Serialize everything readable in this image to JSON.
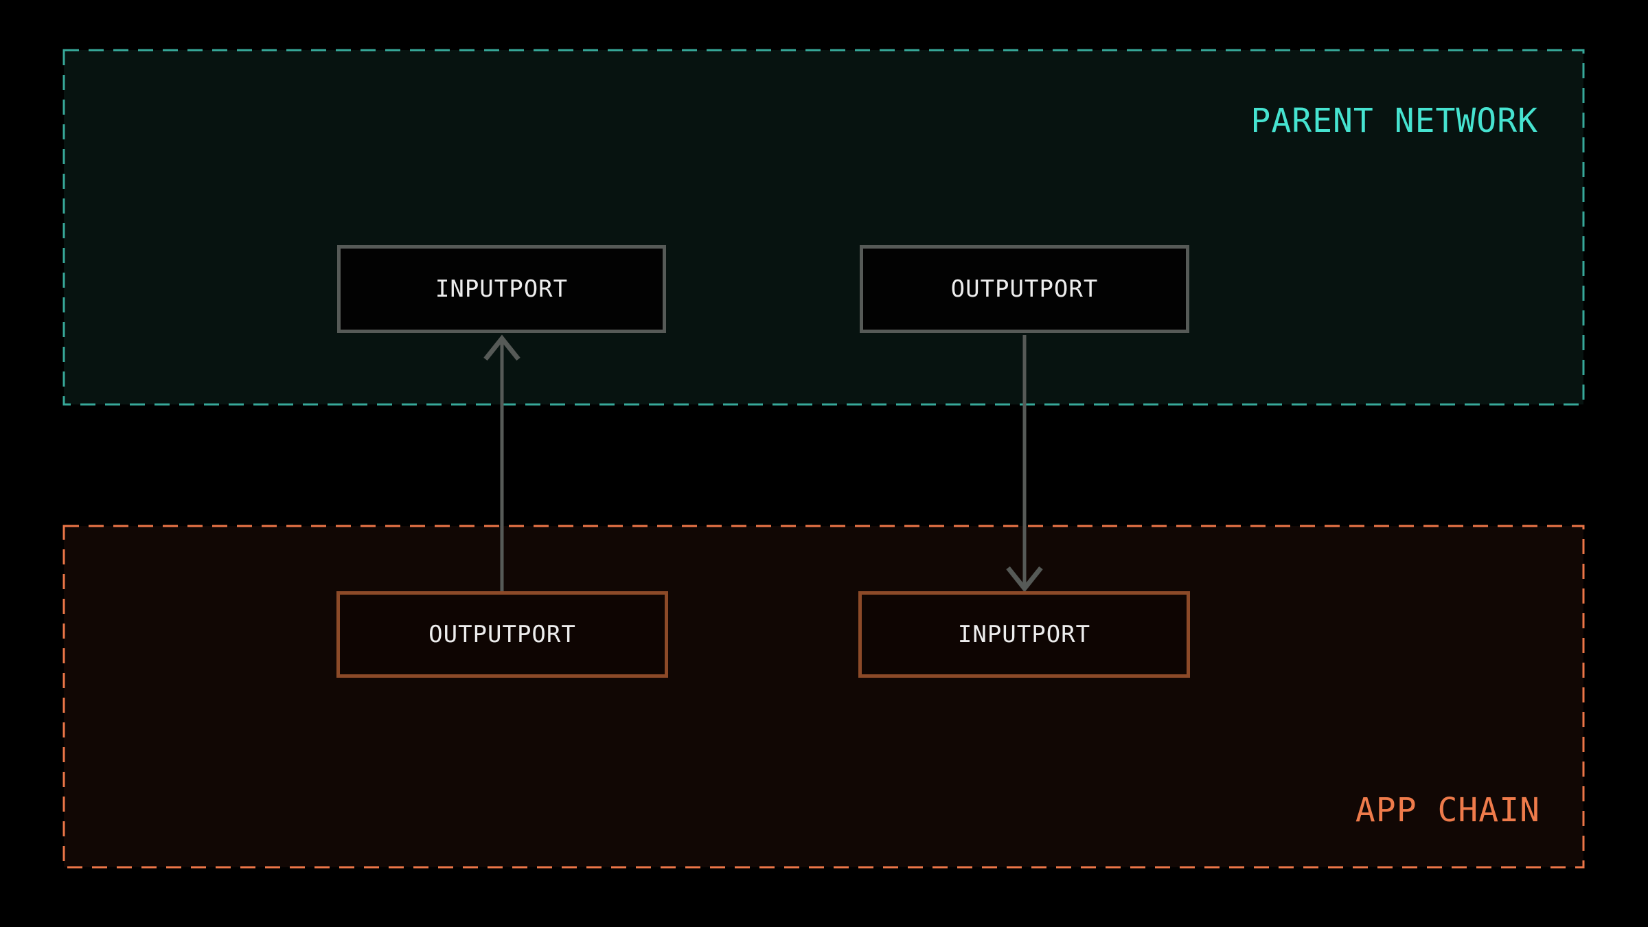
{
  "diagram": {
    "parent_network": {
      "label": "PARENT NETWORK",
      "ports": [
        {
          "label": "INPUTPORT"
        },
        {
          "label": "OUTPUTPORT"
        }
      ]
    },
    "app_chain": {
      "label": "APP CHAIN",
      "ports": [
        {
          "label": "OUTPUTPORT"
        },
        {
          "label": "INPUTPORT"
        }
      ]
    },
    "connections": [
      {
        "from": "app-chain-outputport",
        "to": "parent-network-inputport",
        "direction": "up"
      },
      {
        "from": "parent-network-outputport",
        "to": "app-chain-inputport",
        "direction": "down"
      }
    ],
    "colors": {
      "background": "#000000",
      "parent_fill": "#071310",
      "parent_border": "#37a99a",
      "parent_label": "#46e3d0",
      "app_fill": "#110704",
      "app_border": "#ed7648",
      "app_label": "#ef7b4b",
      "port_border_gray": "#565a57",
      "port_border_brown": "#8c4a28",
      "port_fill": "#020202",
      "port_text": "#ededed",
      "arrow_gray": "#565a57"
    }
  }
}
